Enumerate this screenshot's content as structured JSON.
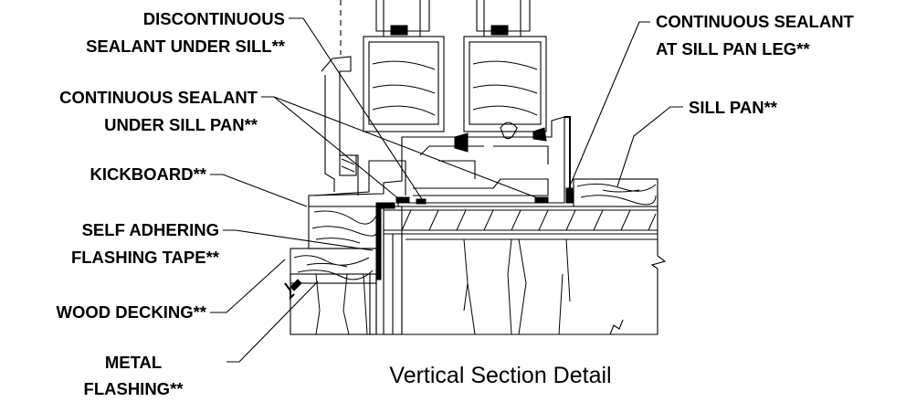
{
  "title": "Vertical Section Detail",
  "callouts": {
    "discontinuous_sealant": [
      "DISCONTINUOUS",
      "SEALANT UNDER SILL**"
    ],
    "continuous_sealant_sill_pan": [
      "CONTINUOUS SEALANT",
      "UNDER SILL PAN**"
    ],
    "kickboard": [
      "KICKBOARD**"
    ],
    "flashing_tape": [
      "SELF ADHERING",
      "FLASHING TAPE**"
    ],
    "wood_decking": [
      "WOOD DECKING**"
    ],
    "metal_flashing": [
      "METAL",
      "FLASHING**"
    ],
    "continuous_sealant_leg": [
      "CONTINUOUS SEALANT",
      "AT SILL PAN LEG**"
    ],
    "sill_pan": [
      "SILL PAN**"
    ]
  }
}
